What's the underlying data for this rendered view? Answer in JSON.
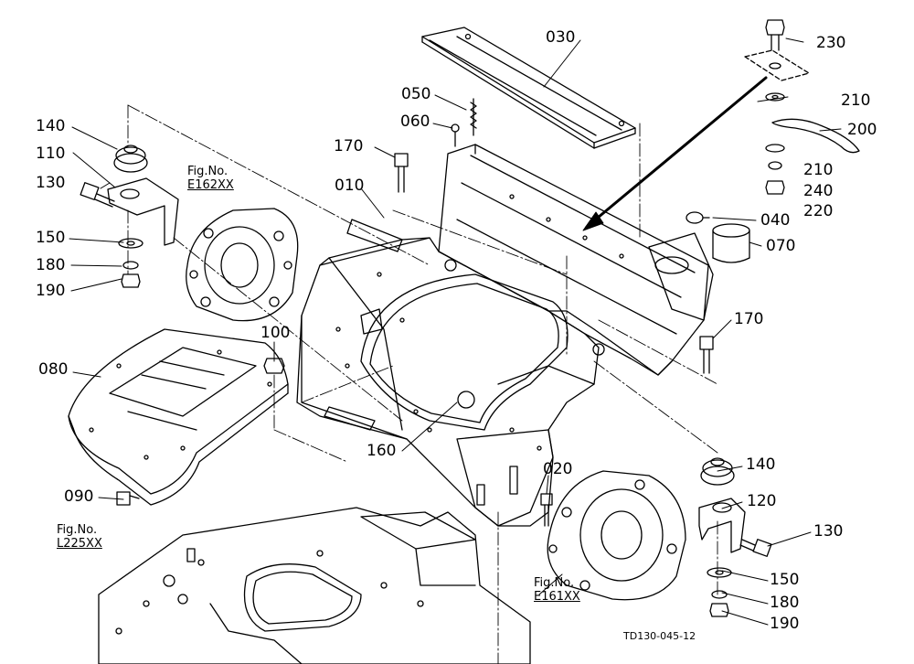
{
  "diagram": {
    "callouts": [
      {
        "id": "010",
        "label": "010"
      },
      {
        "id": "020",
        "label": "020"
      },
      {
        "id": "030",
        "label": "030"
      },
      {
        "id": "040",
        "label": "040"
      },
      {
        "id": "050",
        "label": "050"
      },
      {
        "id": "060",
        "label": "060"
      },
      {
        "id": "070",
        "label": "070"
      },
      {
        "id": "080",
        "label": "080"
      },
      {
        "id": "090",
        "label": "090"
      },
      {
        "id": "100",
        "label": "100"
      },
      {
        "id": "110",
        "label": "110"
      },
      {
        "id": "120",
        "label": "120"
      },
      {
        "id": "130-left",
        "label": "130"
      },
      {
        "id": "130-right",
        "label": "130"
      },
      {
        "id": "140-left",
        "label": "140"
      },
      {
        "id": "140-right",
        "label": "140"
      },
      {
        "id": "150-left",
        "label": "150"
      },
      {
        "id": "150-right",
        "label": "150"
      },
      {
        "id": "160",
        "label": "160"
      },
      {
        "id": "170-left",
        "label": "170"
      },
      {
        "id": "170-right",
        "label": "170"
      },
      {
        "id": "180-left",
        "label": "180"
      },
      {
        "id": "180-right",
        "label": "180"
      },
      {
        "id": "190-left",
        "label": "190"
      },
      {
        "id": "190-right",
        "label": "190"
      },
      {
        "id": "200",
        "label": "200"
      },
      {
        "id": "210-top",
        "label": "210"
      },
      {
        "id": "210-bottom",
        "label": "210"
      },
      {
        "id": "220",
        "label": "220"
      },
      {
        "id": "230",
        "label": "230"
      },
      {
        "id": "240",
        "label": "240"
      }
    ],
    "figure_refs": [
      {
        "id": "e162",
        "fig_no": "Fig.No.",
        "code": "E162XX"
      },
      {
        "id": "l225",
        "fig_no": "Fig.No.",
        "code": "L225XX"
      },
      {
        "id": "e161",
        "fig_no": "Fig.No.",
        "code": "E161XX"
      }
    ],
    "drawing_code": "TD130-045-12"
  }
}
